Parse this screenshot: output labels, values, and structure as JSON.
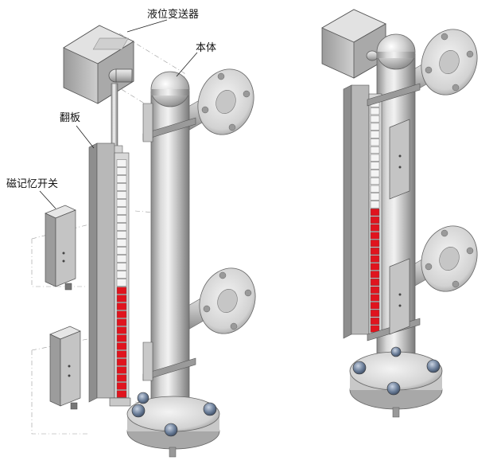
{
  "labels": {
    "transmitter": "液位变送器",
    "body": "本体",
    "flap_panel": "翻板",
    "magnetic_switch": "磁记忆开关"
  },
  "indicator": {
    "left_level_fraction": 0.45,
    "right_level_fraction": 0.52,
    "flap_count": 30
  },
  "colors": {
    "steel_light": "#e6e6e6",
    "steel_mid": "#b9b9b9",
    "steel_dark": "#7d7d7d",
    "flap_red": "#e0141e",
    "flap_white": "#f4f4f4",
    "bolt_blue": "#5b6f8c"
  }
}
